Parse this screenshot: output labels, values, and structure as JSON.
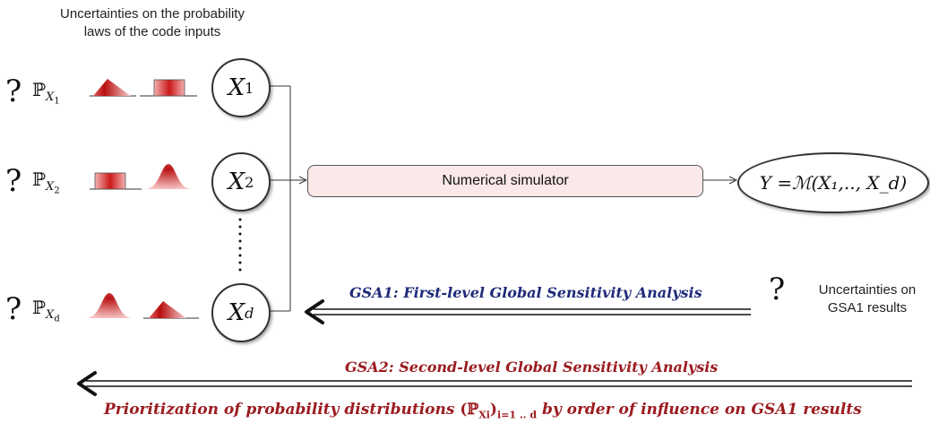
{
  "header": {
    "line1": "Uncertainties on the probability",
    "line2": "laws of the code inputs"
  },
  "question_mark": "?",
  "inputs": [
    {
      "p_base": "ℙ",
      "p_sub": "X",
      "p_subsub": "1",
      "node_var": "X",
      "node_sub": "1"
    },
    {
      "p_base": "ℙ",
      "p_sub": "X",
      "p_subsub": "2",
      "node_var": "X",
      "node_sub": "2"
    },
    {
      "p_base": "ℙ",
      "p_sub": "X",
      "p_subsub": "d",
      "node_var": "X",
      "node_sub": "d"
    }
  ],
  "simulator": {
    "label": "Numerical simulator"
  },
  "output": {
    "label": "Y =ℳ(X₁,.., X_d)"
  },
  "gsa1": {
    "label": "GSA1: First-level Global Sensitivity Analysis"
  },
  "gsa1_uncertainty": {
    "line1": "Uncertainties on",
    "line2": "GSA1 results"
  },
  "gsa2": {
    "label": "GSA2: Second-level Global Sensitivity Analysis"
  },
  "prioritization": {
    "text_before": "Prioritization of probability distributions",
    "math_open": "(ℙ",
    "math_sub": "Xi",
    "math_close": ")",
    "math_index": "i=1 .. d",
    "text_after": "by order of influence on GSA1 results"
  },
  "colors": {
    "distribution_red": "#cc1a1a",
    "gsa1_blue": "#1f2b7a",
    "gsa2_red": "#9b1c20",
    "simulator_fill": "#fbe8e8"
  }
}
